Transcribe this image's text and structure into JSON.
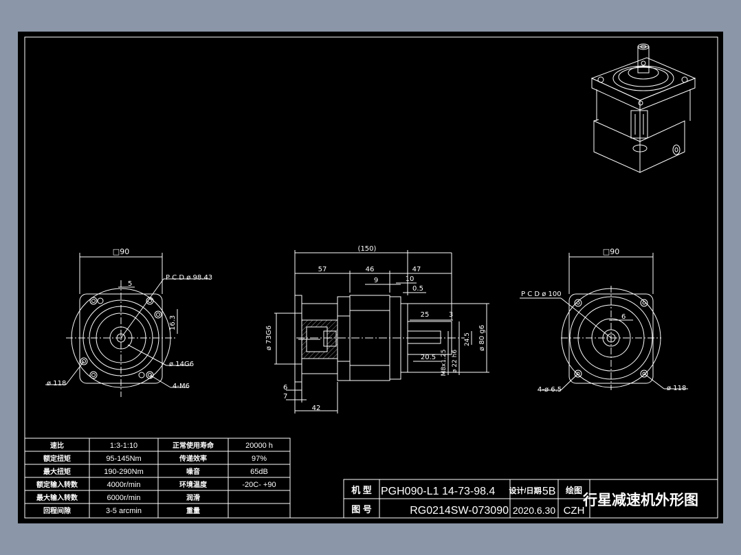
{
  "colors": {
    "background": "#8b97a8",
    "paper": "#000000",
    "ink": "#ffffff",
    "hatch": "#bbbbbb"
  },
  "front_view": {
    "square": "□90",
    "pcd": "P C D ø 98.43",
    "dim_5": "5",
    "dim_16_3": "16.3",
    "shaft": "ø 14G6",
    "tap": "4-M6",
    "outer": "ø 118"
  },
  "side_view": {
    "overall": "(150)",
    "dim_57": "57",
    "dim_46": "46",
    "dim_47": "47",
    "dim_9": "9",
    "dim_10": "10",
    "dim_0_5": "0.5",
    "dim_25": "25",
    "dim_3": "3",
    "dim_24_5": "24.5",
    "dim_20_5": "20.5",
    "thread": "M8x1.25",
    "shaft_dia": "ø 22 h6",
    "pilot": "ø 80 g6",
    "spigot": "ø 73G6",
    "dim_6": "6",
    "dim_7": "7",
    "dim_42": "42"
  },
  "rear_view": {
    "square": "□90",
    "pcd": "P C D ø 100",
    "dim_6": "6",
    "holes": "4-ø 6.5",
    "outer": "ø 118"
  },
  "spec_table": [
    {
      "label": "速比",
      "value": "1:3-1:10",
      "label2": "正常使用寿命",
      "value2": "20000 h"
    },
    {
      "label": "额定扭矩",
      "value": "95-145Nm",
      "label2": "传递效率",
      "value2": "97%"
    },
    {
      "label": "最大扭矩",
      "value": "190-290Nm",
      "label2": "噪音",
      "value2": "65dB"
    },
    {
      "label": "额定输入转数",
      "value": "4000r/min",
      "label2": "环境温度",
      "value2": "-20C- +90"
    },
    {
      "label": "最大输入转数",
      "value": "6000r/min",
      "label2": "润滑",
      "value2": ""
    },
    {
      "label": "回程间隙",
      "value": "3-5 arcmin",
      "label2": "重量",
      "value2": ""
    }
  ],
  "title_block": {
    "model_label": "机 型",
    "model_value": "PGH090-L1 14-73-98.4",
    "design_label": "设计/日期",
    "design_value": "-5B",
    "drawn_label": "绘图",
    "drawing_no_label": "图 号",
    "drawing_no_value": "RG0214SW-073090",
    "date_value": "2020.6.30",
    "drafter": "CZH",
    "title": "行星减速机外形图"
  }
}
